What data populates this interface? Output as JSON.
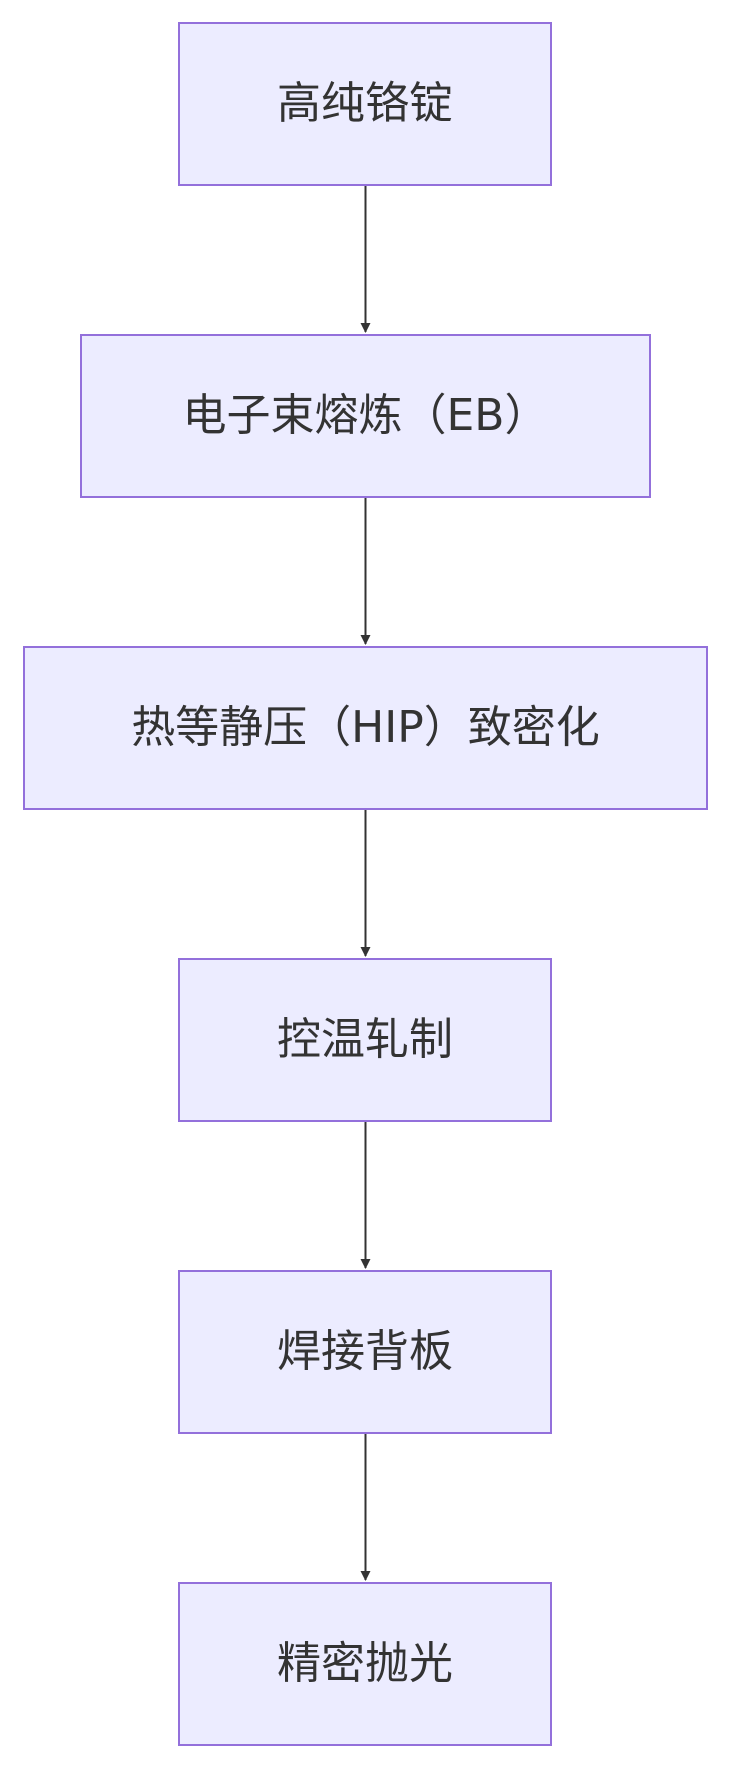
{
  "diagram": {
    "type": "flowchart",
    "direction": "top-to-bottom",
    "colors": {
      "node_fill": "#ececff",
      "node_border": "#9370db",
      "edge": "#333333",
      "text": "#333333",
      "background": "#ffffff"
    },
    "nodes": [
      {
        "id": "n1",
        "label": "高纯铬锭"
      },
      {
        "id": "n2",
        "label": "电子束熔炼（EB）"
      },
      {
        "id": "n3",
        "label": "热等静压（HIP）致密化"
      },
      {
        "id": "n4",
        "label": "控温轧制"
      },
      {
        "id": "n5",
        "label": "焊接背板"
      },
      {
        "id": "n6",
        "label": "精密抛光"
      }
    ],
    "edges": [
      {
        "from": "n1",
        "to": "n2"
      },
      {
        "from": "n2",
        "to": "n3"
      },
      {
        "from": "n3",
        "to": "n4"
      },
      {
        "from": "n4",
        "to": "n5"
      },
      {
        "from": "n5",
        "to": "n6"
      }
    ]
  }
}
